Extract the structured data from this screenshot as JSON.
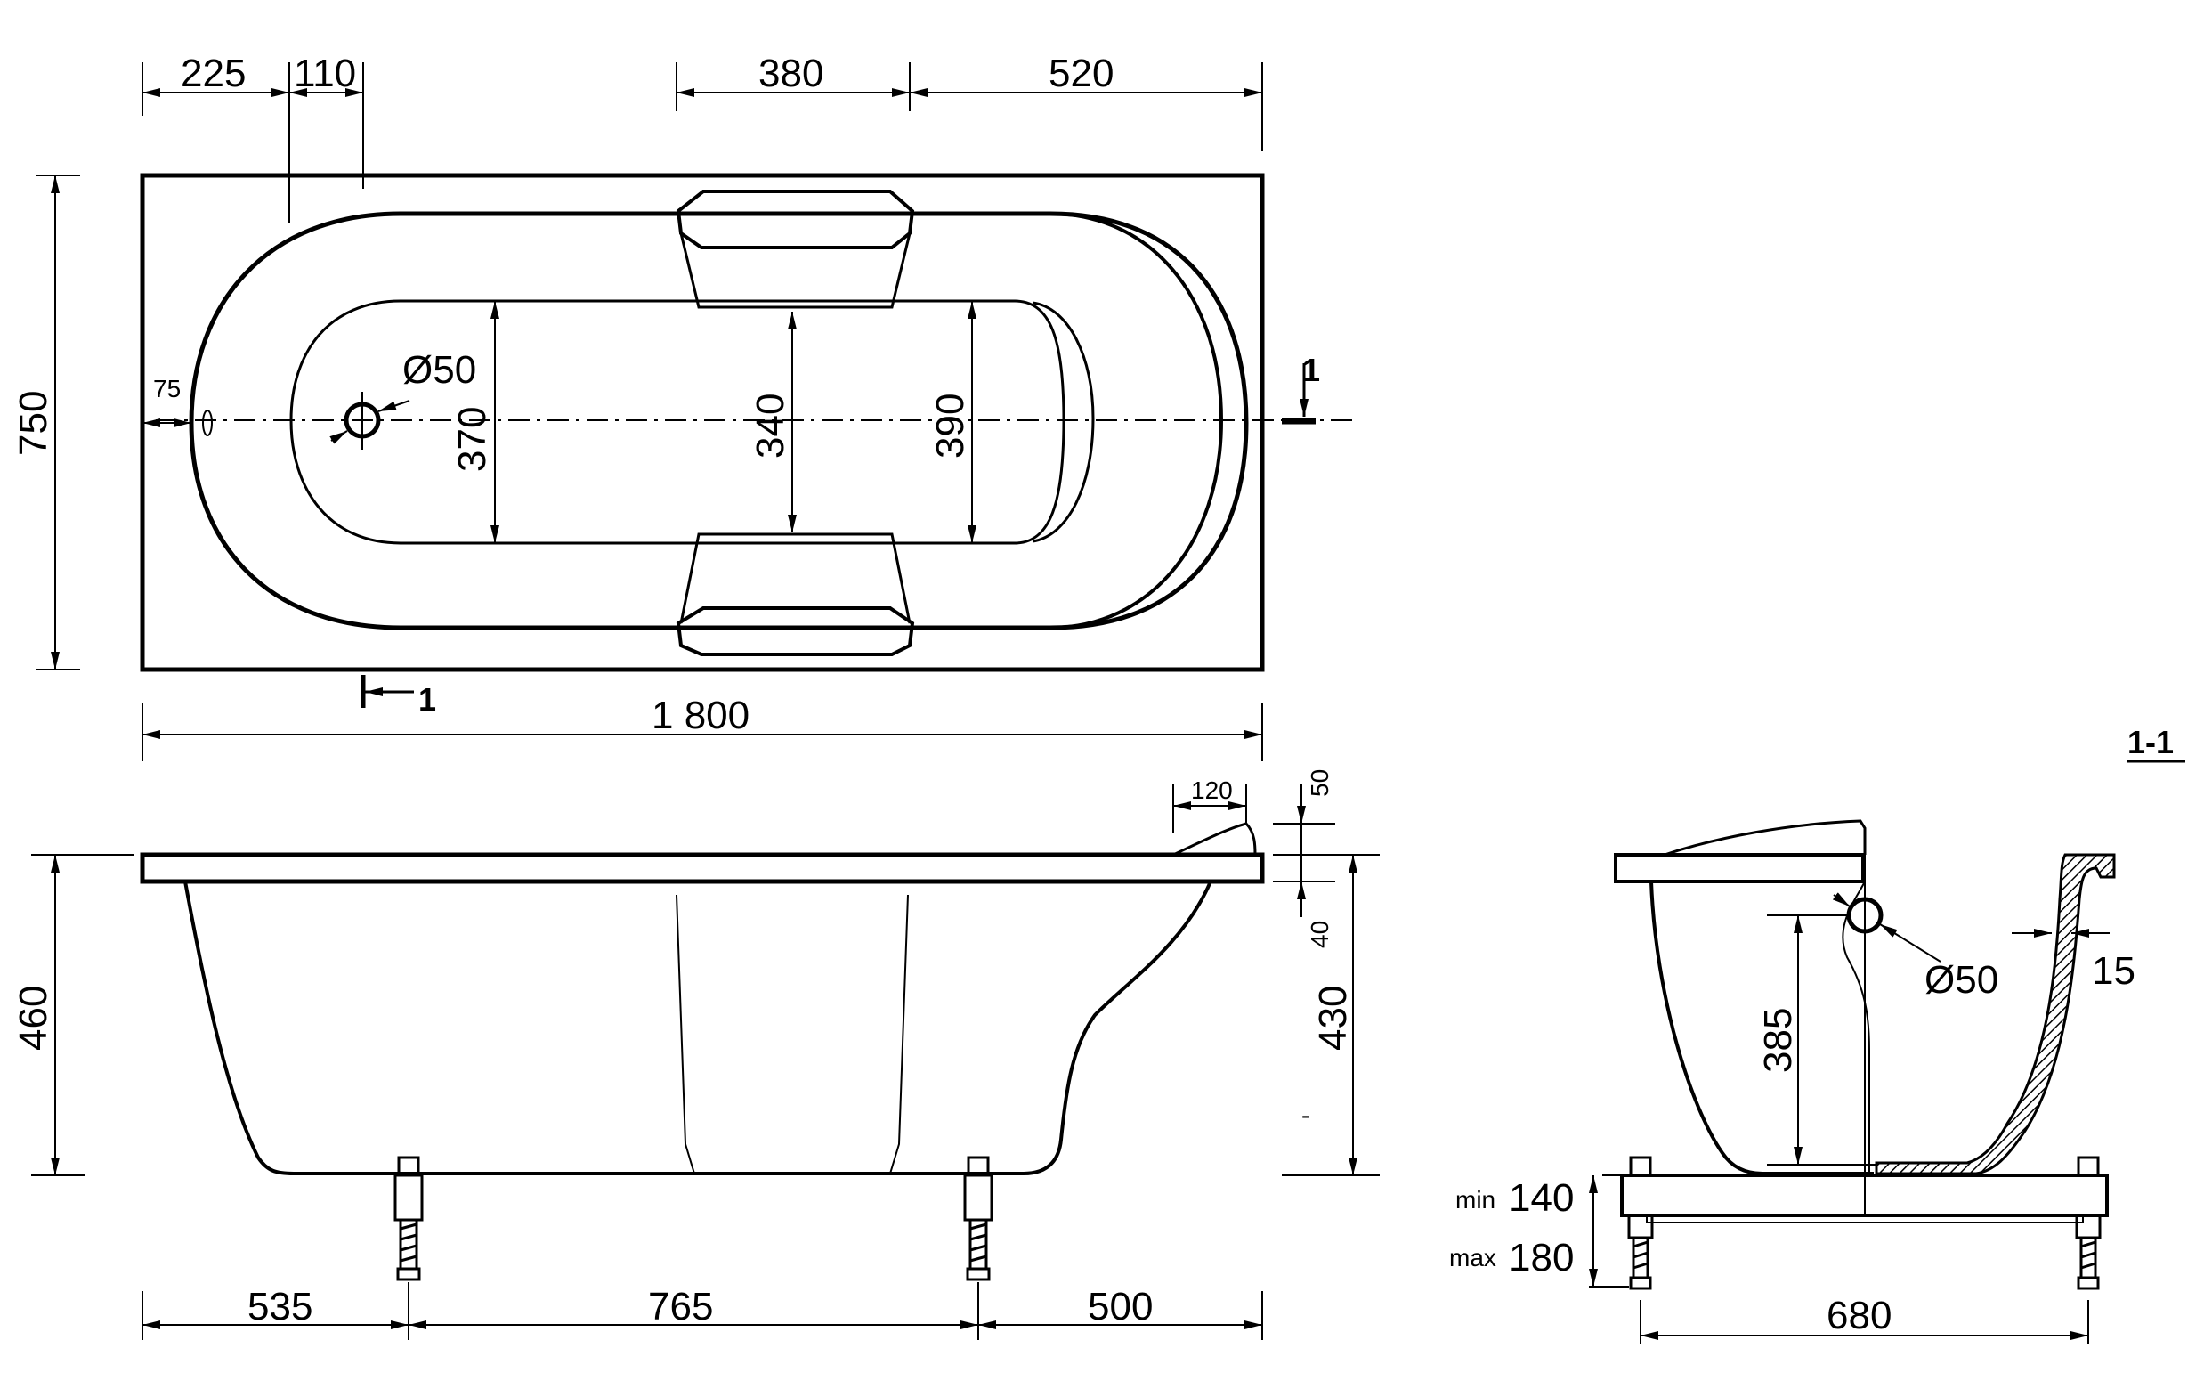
{
  "plan_view": {
    "dims": {
      "top_225": "225",
      "top_110": "110",
      "top_380": "380",
      "top_520": "520",
      "width_750": "750",
      "length_1800": "1 800",
      "drain_offset_75": "75",
      "drain_diameter": "Ø50",
      "inner_370": "370",
      "inner_340": "340",
      "inner_390": "390"
    },
    "section_marker": "1"
  },
  "side_view": {
    "dims": {
      "height_460": "460",
      "height_430": "430",
      "rim_50": "50",
      "rim_40": "40",
      "headrest_120": "120",
      "legs_535": "535",
      "legs_765": "765",
      "legs_500": "500",
      "dash": "-"
    }
  },
  "section_view": {
    "title": "1-1",
    "dims": {
      "wall_15": "15",
      "overflow_diameter": "Ø50",
      "overflow_height_385": "385",
      "min_label": "min",
      "min_value": "140",
      "max_label": "max",
      "max_value": "180",
      "width_680": "680"
    }
  }
}
